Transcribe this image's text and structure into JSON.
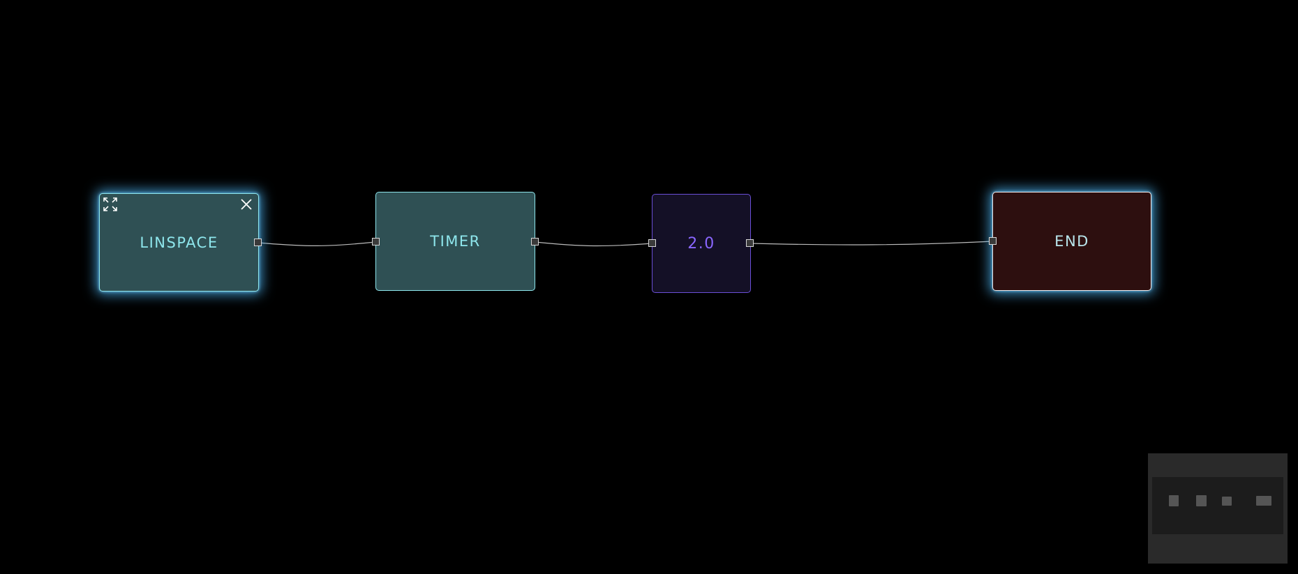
{
  "graph": {
    "nodes": [
      {
        "id": "linspace",
        "label": "LINSPACE",
        "selected": true
      },
      {
        "id": "timer",
        "label": "TIMER",
        "selected": false
      },
      {
        "id": "value",
        "label": "2.0",
        "selected": false
      },
      {
        "id": "end",
        "label": "END",
        "selected": true
      }
    ],
    "edges": [
      {
        "from": "linspace",
        "to": "timer"
      },
      {
        "from": "timer",
        "to": "value"
      },
      {
        "from": "value",
        "to": "end"
      }
    ]
  },
  "node_controls": {
    "expand_icon": "expand-icon",
    "close_icon": "close-icon"
  },
  "colors": {
    "canvas": "#000000",
    "operator_fill": "#2f5054",
    "operator_text": "#8ee6ec",
    "value_fill": "#141026",
    "value_text": "#8a66ff",
    "end_fill": "#2d0f0f",
    "selection_glow": "#50beff",
    "edge": "#bbbbbb"
  }
}
